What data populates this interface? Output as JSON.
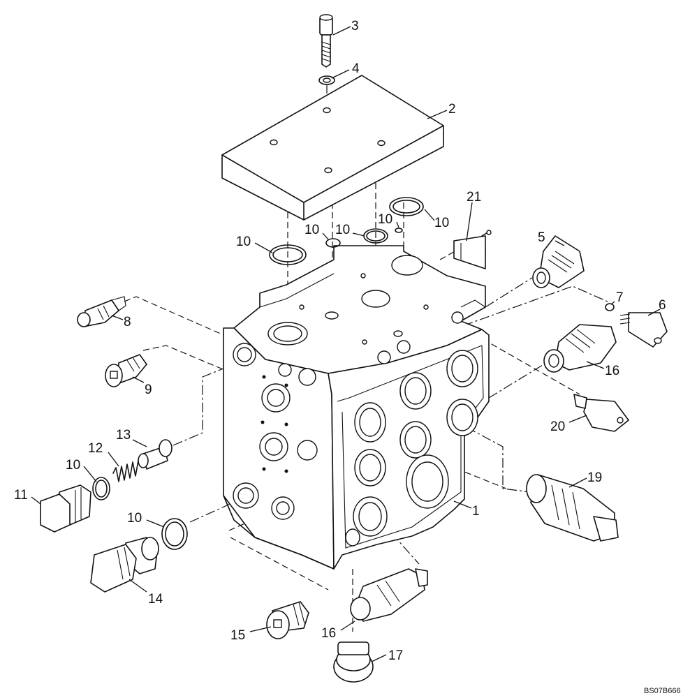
{
  "callouts": {
    "c1": "1",
    "c2": "2",
    "c3": "3",
    "c4": "4",
    "c5": "5",
    "c6": "6",
    "c7": "7",
    "c8": "8",
    "c9": "9",
    "c10a": "10",
    "c10b": "10",
    "c10c": "10",
    "c10d": "10",
    "c10e": "10",
    "c10f": "10",
    "c10g": "10",
    "c11": "11",
    "c12": "12",
    "c13": "13",
    "c14": "14",
    "c15": "15",
    "c16a": "16",
    "c16b": "16",
    "c17": "17",
    "c19": "19",
    "c20": "20",
    "c21": "21"
  },
  "reference_code": "BS07B666"
}
